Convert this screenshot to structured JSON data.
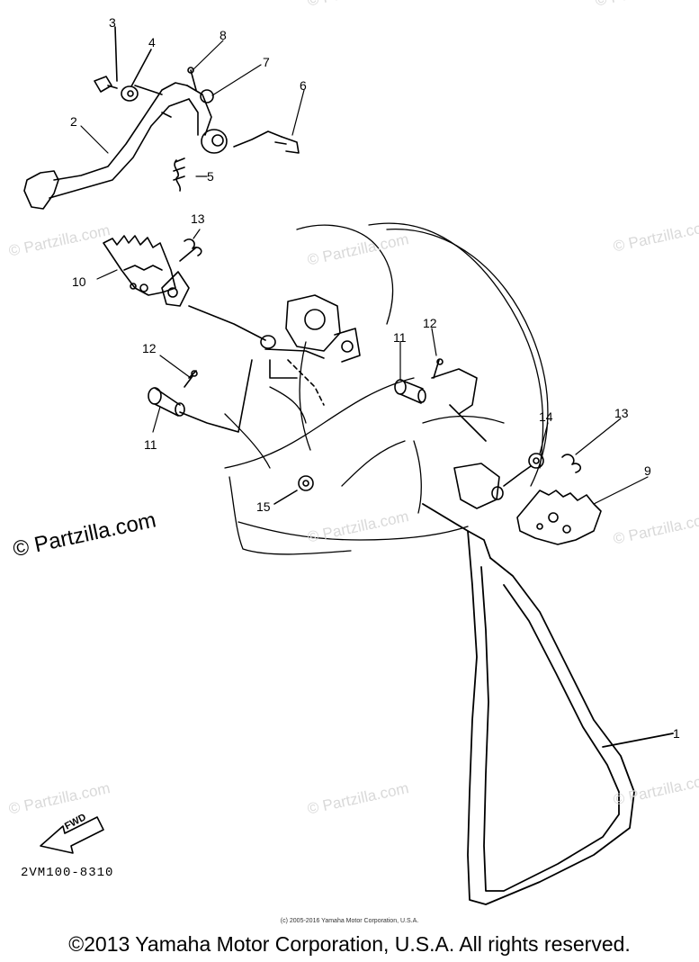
{
  "watermark": {
    "text": "© Partzilla.com",
    "emphasized": "© Partzilla.com"
  },
  "callouts": {
    "n1": "1",
    "n2": "2",
    "n3": "3",
    "n4": "4",
    "n5": "5",
    "n6": "6",
    "n7": "7",
    "n8": "8",
    "n9": "9",
    "n10": "10",
    "n11a": "11",
    "n11b": "11",
    "n12a": "12",
    "n12b": "12",
    "n13a": "13",
    "n13b": "13",
    "n14": "14",
    "n15": "15"
  },
  "fwd_label": "FWD",
  "part_code": "2VM100-8310",
  "small_copyright": "(c) 2005-2016 Yamaha Motor Corporation, U.S.A.",
  "footer_copyright": "©2013 Yamaha Motor Corporation, U.S.A. All rights reserved.",
  "colors": {
    "line": "#000000",
    "watermark": "#d9d9d9",
    "background": "#ffffff"
  }
}
